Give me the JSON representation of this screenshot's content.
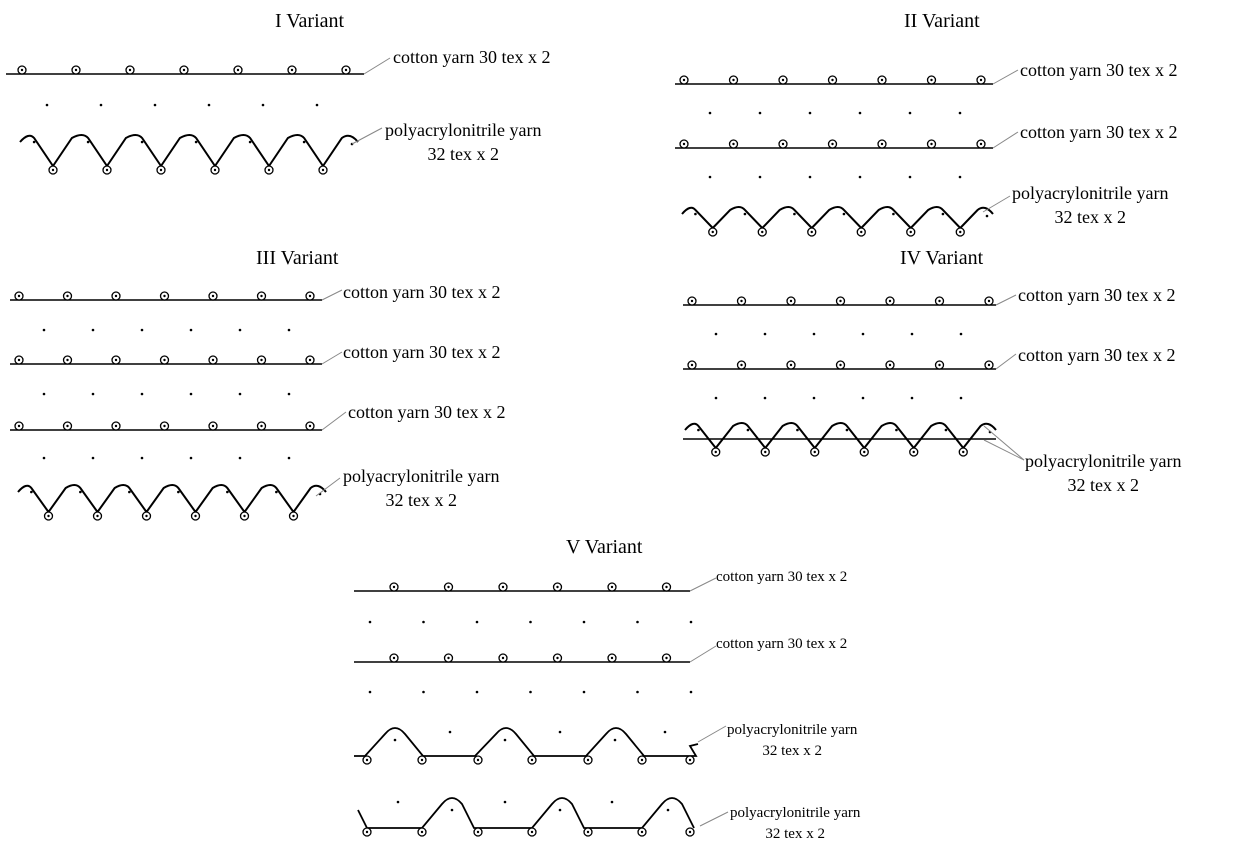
{
  "variants": {
    "v1": {
      "title": "I Variant",
      "cotton_label": "cotton yarn 30 tex x 2",
      "pan_label_1": "polyacrylonitrile yarn",
      "pan_label_2": "32 tex x 2"
    },
    "v2": {
      "title": "II Variant",
      "cotton_label_a": "cotton yarn 30 tex x 2",
      "cotton_label_b": "cotton yarn 30 tex x 2",
      "pan_label_1": "polyacrylonitrile yarn",
      "pan_label_2": "32 tex x 2"
    },
    "v3": {
      "title": "III Variant",
      "cotton_label_a": "cotton yarn 30 tex x 2",
      "cotton_label_b": "cotton yarn 30 tex x 2",
      "cotton_label_c": "cotton yarn 30 tex x 2",
      "pan_label_1": "polyacrylonitrile yarn",
      "pan_label_2": "32 tex x 2"
    },
    "v4": {
      "title": "IV Variant",
      "cotton_label_a": "cotton yarn 30 tex x 2",
      "cotton_label_b": "cotton yarn 30 tex x 2",
      "pan_label_1": "polyacrylonitrile yarn",
      "pan_label_2": "32 tex x 2"
    },
    "v5": {
      "title": "V Variant",
      "cotton_label_a": "cotton yarn 30 tex x 2",
      "cotton_label_b": "cotton yarn 30 tex x 2",
      "pan_label_a1": "polyacrylonitrile yarn",
      "pan_label_a2": "32 tex x 2",
      "pan_label_b1": "polyacrylonitrile yarn",
      "pan_label_b2": "32 tex x 2"
    }
  }
}
